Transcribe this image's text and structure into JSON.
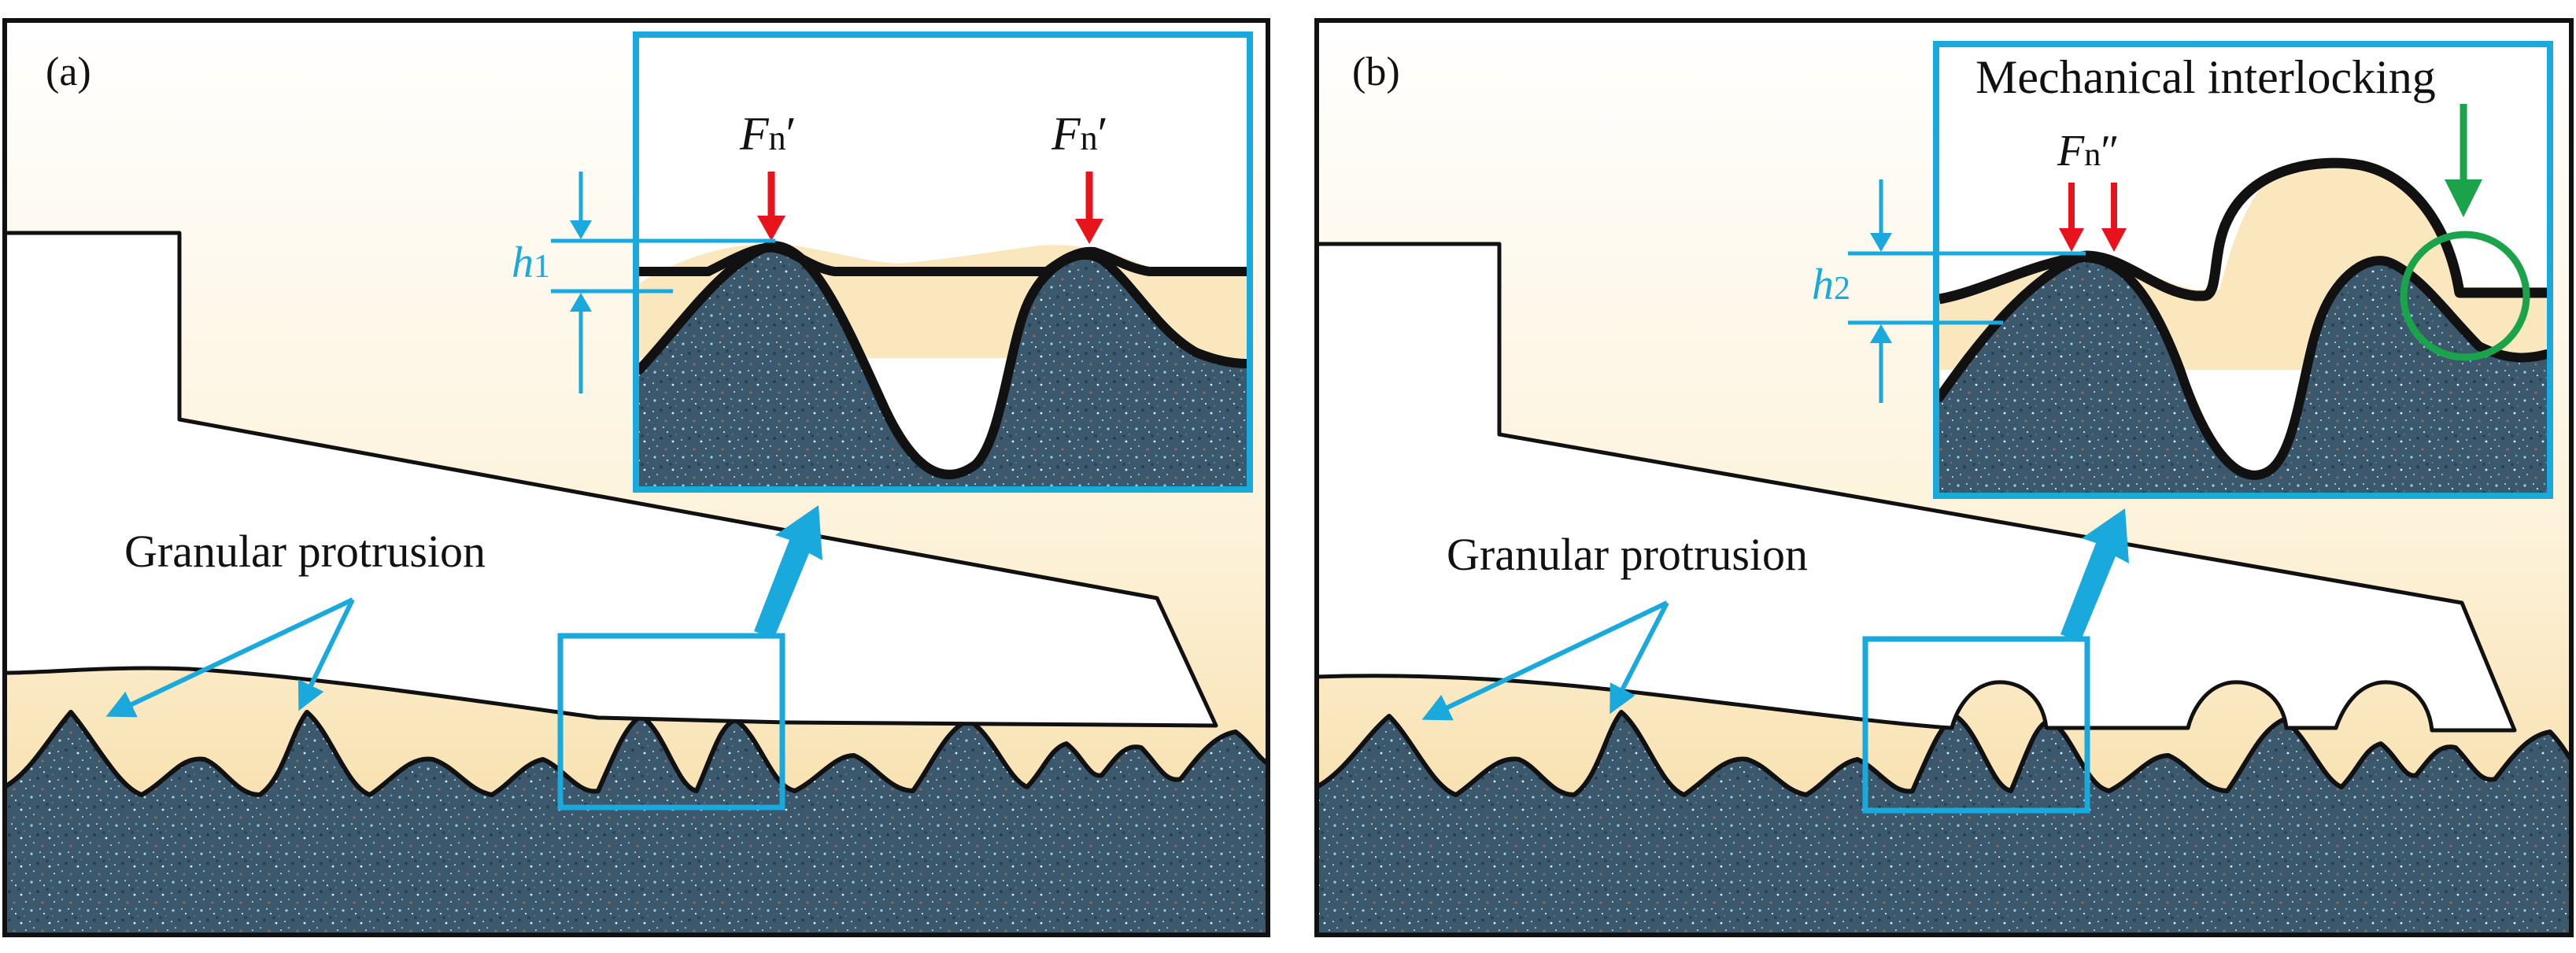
{
  "panel_a": {
    "label": "(a)",
    "granular_label": "Granular protrusion",
    "force_label": "Fn′",
    "force_base": "F",
    "force_sub": "n",
    "force_prime": "′",
    "height_base": "h",
    "height_sub": "1"
  },
  "panel_b": {
    "label": "(b)",
    "granular_label": "Granular protrusion",
    "force_label": "Fn″",
    "force_base": "F",
    "force_sub": "n",
    "force_prime": "″",
    "height_base": "h",
    "height_sub": "2",
    "interlock_label": "Mechanical interlocking"
  },
  "colors": {
    "accent": "#19a9dd",
    "force_arrow": "#e8141b",
    "interlock": "#1aa34a",
    "surface": "#3d5a6e",
    "background_top": "#ffffff",
    "background_bottom": "#f8dfa8"
  }
}
